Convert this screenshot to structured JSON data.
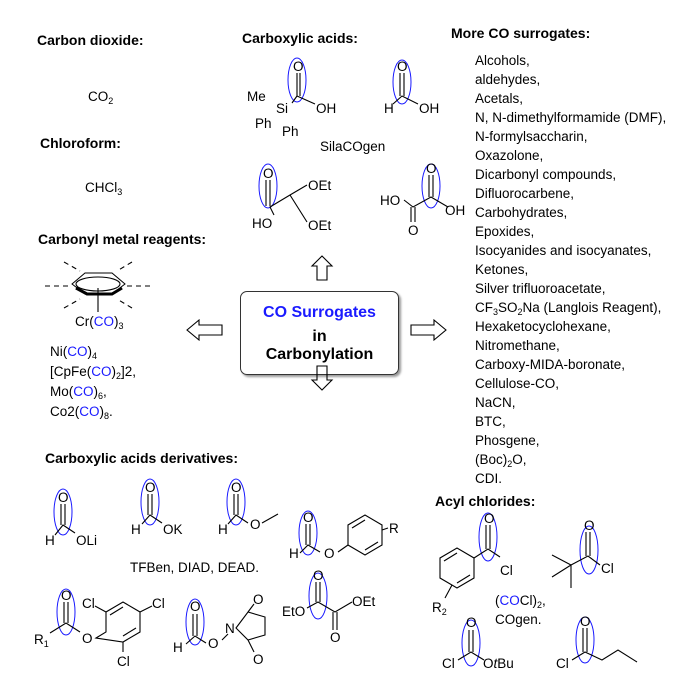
{
  "headings": {
    "carbon_dioxide": "Carbon dioxide:",
    "carboxylic_acids": "Carboxylic acids:",
    "more_surrogates": "More CO surrogates:",
    "chloroform": "Chloroform:",
    "metal_reagents": "Carbonyl metal reagents:",
    "acid_derivatives": "Carboxylic acids derivatives:",
    "acyl_chlorides": "Acyl chlorides:"
  },
  "co2": {
    "main": "CO",
    "sub": "2"
  },
  "chcl3": {
    "main": "CHCl",
    "sub": "3"
  },
  "silacogen_label": "SilaCOgen",
  "derivatives_note": "TFBen, DIAD, DEAD.",
  "center_box": {
    "line1": "CO Surrogates",
    "line2": "in",
    "line3": "Carbonylation"
  },
  "metal_reagents": [
    {
      "pre": "Ni(",
      "co": "CO",
      "post": ")",
      "sub": "4",
      "tail": ""
    },
    {
      "pre": "[CpFe(",
      "co": "CO",
      "post": ")",
      "sub": "2",
      "tail": "]2,"
    },
    {
      "pre": "Mo(",
      "co": "CO",
      "post": ")",
      "sub": "6",
      "tail": ","
    },
    {
      "pre": "Co2(",
      "co": "CO",
      "post": ")",
      "sub": "8",
      "tail": "."
    }
  ],
  "cr_complex": {
    "pre": "Cr(",
    "co": "CO",
    "post": ")",
    "sub": "3"
  },
  "more_surrogates": [
    [
      {
        "t": "Alcohols,"
      }
    ],
    [
      {
        "t": "aldehydes,"
      }
    ],
    [
      {
        "t": "Acetals,"
      }
    ],
    [
      {
        "t": "N, N-dimethylformamide (DMF),"
      }
    ],
    [
      {
        "t": "N-formylsaccharin,"
      }
    ],
    [
      {
        "t": "Oxazolone,"
      }
    ],
    [
      {
        "t": "Dicarbonyl compounds,"
      }
    ],
    [
      {
        "t": "Difluorocarbene,"
      }
    ],
    [
      {
        "t": "Carbohydrates,"
      }
    ],
    [
      {
        "t": "Epoxides,"
      }
    ],
    [
      {
        "t": "Isocyanides and isocyanates,"
      }
    ],
    [
      {
        "t": "Ketones,"
      }
    ],
    [
      {
        "t": "Silver trifluoroacetate,"
      }
    ],
    [
      {
        "t": "CF"
      },
      {
        "s": "3"
      },
      {
        "t": "SO"
      },
      {
        "s": "2"
      },
      {
        "t": "Na (Langlois Reagent),"
      }
    ],
    [
      {
        "t": "Hexaketocyclohexane,"
      }
    ],
    [
      {
        "t": "Nitromethane,"
      }
    ],
    [
      {
        "t": "Carboxy-MIDA-boronate,"
      }
    ],
    [
      {
        "t": "Cellulose-CO,"
      }
    ],
    [
      {
        "t": "NaCN,"
      }
    ],
    [
      {
        "t": "BTC,"
      }
    ],
    [
      {
        "t": "Phosgene,"
      }
    ],
    [
      {
        "t": "(Boc)"
      },
      {
        "s": "2"
      },
      {
        "t": "O,"
      }
    ],
    [
      {
        "t": "CDI."
      }
    ]
  ],
  "oxalyl": {
    "pre": "(",
    "co": "CO",
    "post": "Cl)",
    "sub": "2",
    "tail": ","
  },
  "cogen_label": "COgen.",
  "atoms": {
    "me": "Me",
    "si": "Si",
    "ph": "Ph",
    "o": "O",
    "oh": "OH",
    "ho": "HO",
    "h": "H",
    "oet": "OEt",
    "eto": "EtO",
    "oli": "OLi",
    "ok": "OK",
    "r": "R",
    "r1": "R",
    "r2": "R",
    "sub1": "1",
    "sub2": "2",
    "cl": "Cl",
    "n": "N",
    "otbu_o": "O",
    "otbu_t": "t",
    "otbu_bu": "Bu"
  },
  "colors": {
    "accent": "#1a1aff",
    "highlight": "#b8b8f0"
  }
}
